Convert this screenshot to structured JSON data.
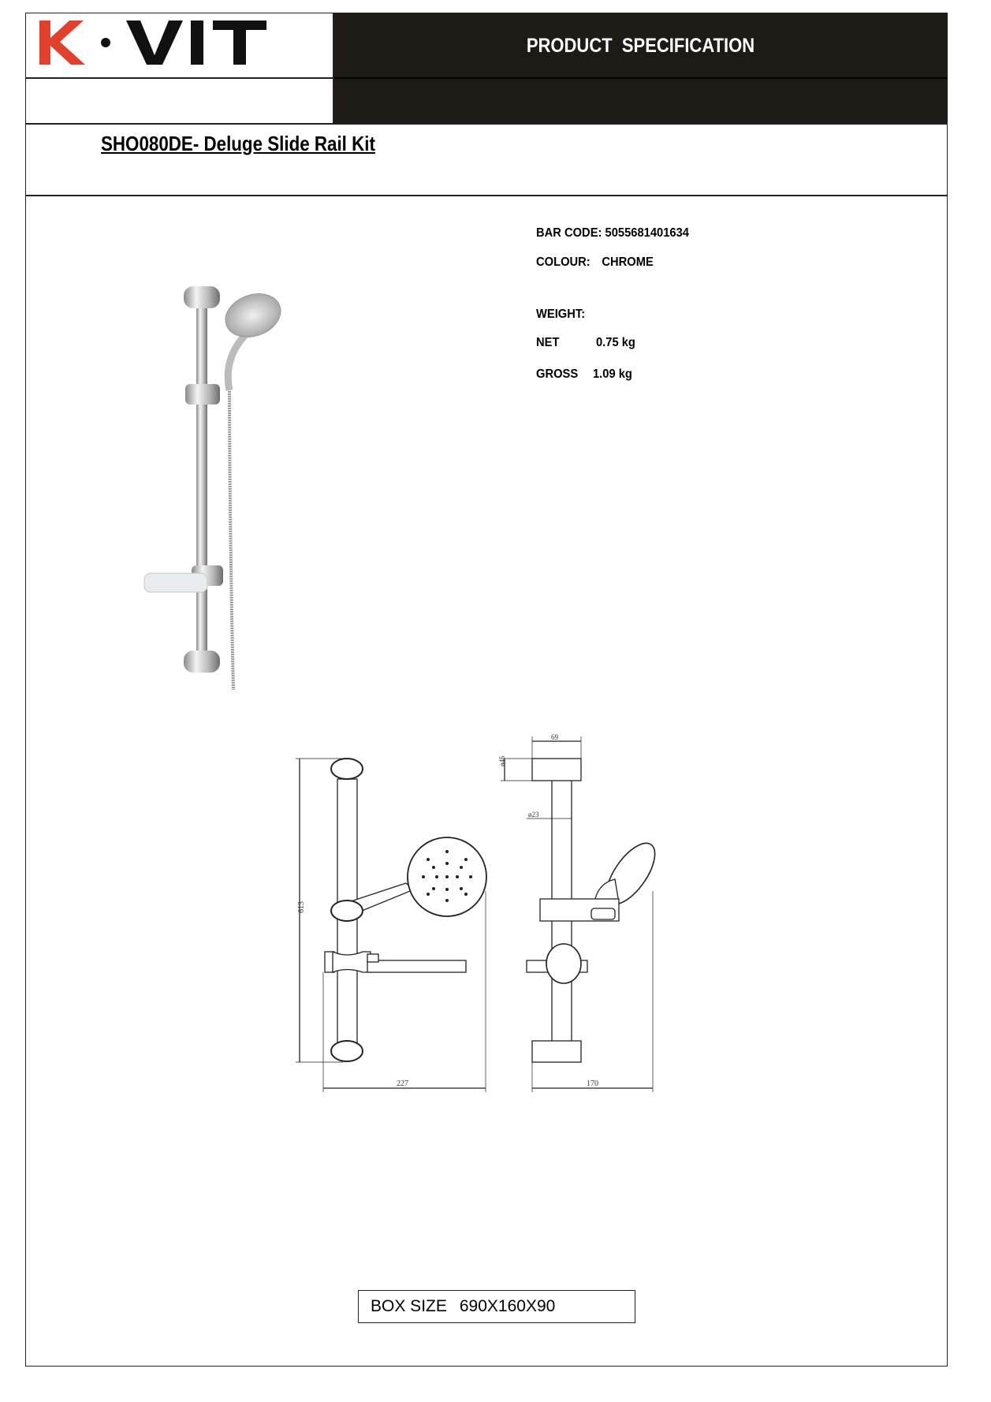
{
  "header": {
    "logo_text": "K·VIT",
    "title": "PRODUCT  SPECIFICATION"
  },
  "product": {
    "title": "SHO080DE- Deluge Slide Rail Kit"
  },
  "specs": {
    "barcode_label": "BAR CODE:",
    "barcode_value": "5055681401634",
    "colour_label": "COLOUR:",
    "colour_value": "CHROME",
    "weight_label": "WEIGHT:",
    "net_label": "NET",
    "net_value": "0.75 kg",
    "gross_label": "GROSS",
    "gross_value": "1.09 kg"
  },
  "drawing": {
    "height_dim": "613",
    "width_front_dim": "227",
    "depth_dim": "170",
    "bracket_width_dim": "69",
    "bracket_dia_dim": "ø45",
    "rail_dia_dim": "ø23"
  },
  "box": {
    "label": "BOX SIZE",
    "value": "690X160X90"
  },
  "colors": {
    "logo_red": "#e0402c",
    "header_dark": "#1e1a15"
  }
}
